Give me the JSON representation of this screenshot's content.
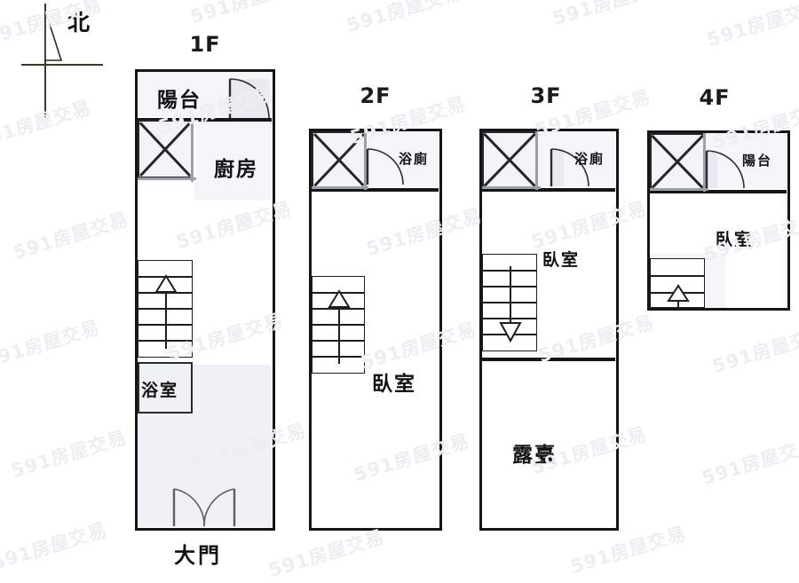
{
  "compass": {
    "label": "北",
    "icon": "compass-north-needle"
  },
  "watermark": {
    "text": "591房屋交易"
  },
  "floors": [
    {
      "id": "1f",
      "title": "1F",
      "rooms": [
        {
          "name": "balcony",
          "label": "陽台"
        },
        {
          "name": "kitchen",
          "label": "廚房"
        },
        {
          "name": "bathroom",
          "label": "浴室"
        }
      ],
      "stairs": {
        "direction": "up",
        "arrow": "▲"
      },
      "shaft": {
        "name": "stair-void"
      },
      "doors": [
        {
          "name": "balcony-door",
          "type": "swing"
        },
        {
          "name": "entry-door-left",
          "type": "swing"
        },
        {
          "name": "entry-door-right",
          "type": "swing"
        }
      ],
      "exterior_label": "大門"
    },
    {
      "id": "2f",
      "title": "2F",
      "rooms": [
        {
          "name": "bath-wc",
          "label": "浴廁"
        },
        {
          "name": "bedroom",
          "label": "臥室"
        }
      ],
      "stairs": {
        "direction": "up",
        "arrow": "▲"
      },
      "shaft": {
        "name": "stair-void"
      },
      "doors": [
        {
          "name": "bath-wc-door",
          "type": "swing"
        }
      ]
    },
    {
      "id": "3f",
      "title": "3F",
      "rooms": [
        {
          "name": "bath-wc",
          "label": "浴廁"
        },
        {
          "name": "bedroom",
          "label": "臥室"
        },
        {
          "name": "terrace",
          "label": "露臺"
        }
      ],
      "stairs": {
        "direction": "down",
        "arrow": "▼"
      },
      "shaft": {
        "name": "stair-void"
      },
      "doors": [
        {
          "name": "bath-wc-door",
          "type": "swing"
        }
      ]
    },
    {
      "id": "4f",
      "title": "4F",
      "rooms": [
        {
          "name": "balcony",
          "label": "陽台"
        },
        {
          "name": "bedroom",
          "label": "臥室"
        }
      ],
      "stairs": {
        "direction": "up",
        "arrow": "▲"
      },
      "shaft": {
        "name": "stair-void"
      },
      "doors": [
        {
          "name": "balcony-door",
          "type": "swing"
        }
      ]
    }
  ],
  "colors": {
    "wall": "#151515",
    "room_fill": "#eef1f6",
    "background": "#ffffff",
    "watermark": "#eceef1"
  }
}
